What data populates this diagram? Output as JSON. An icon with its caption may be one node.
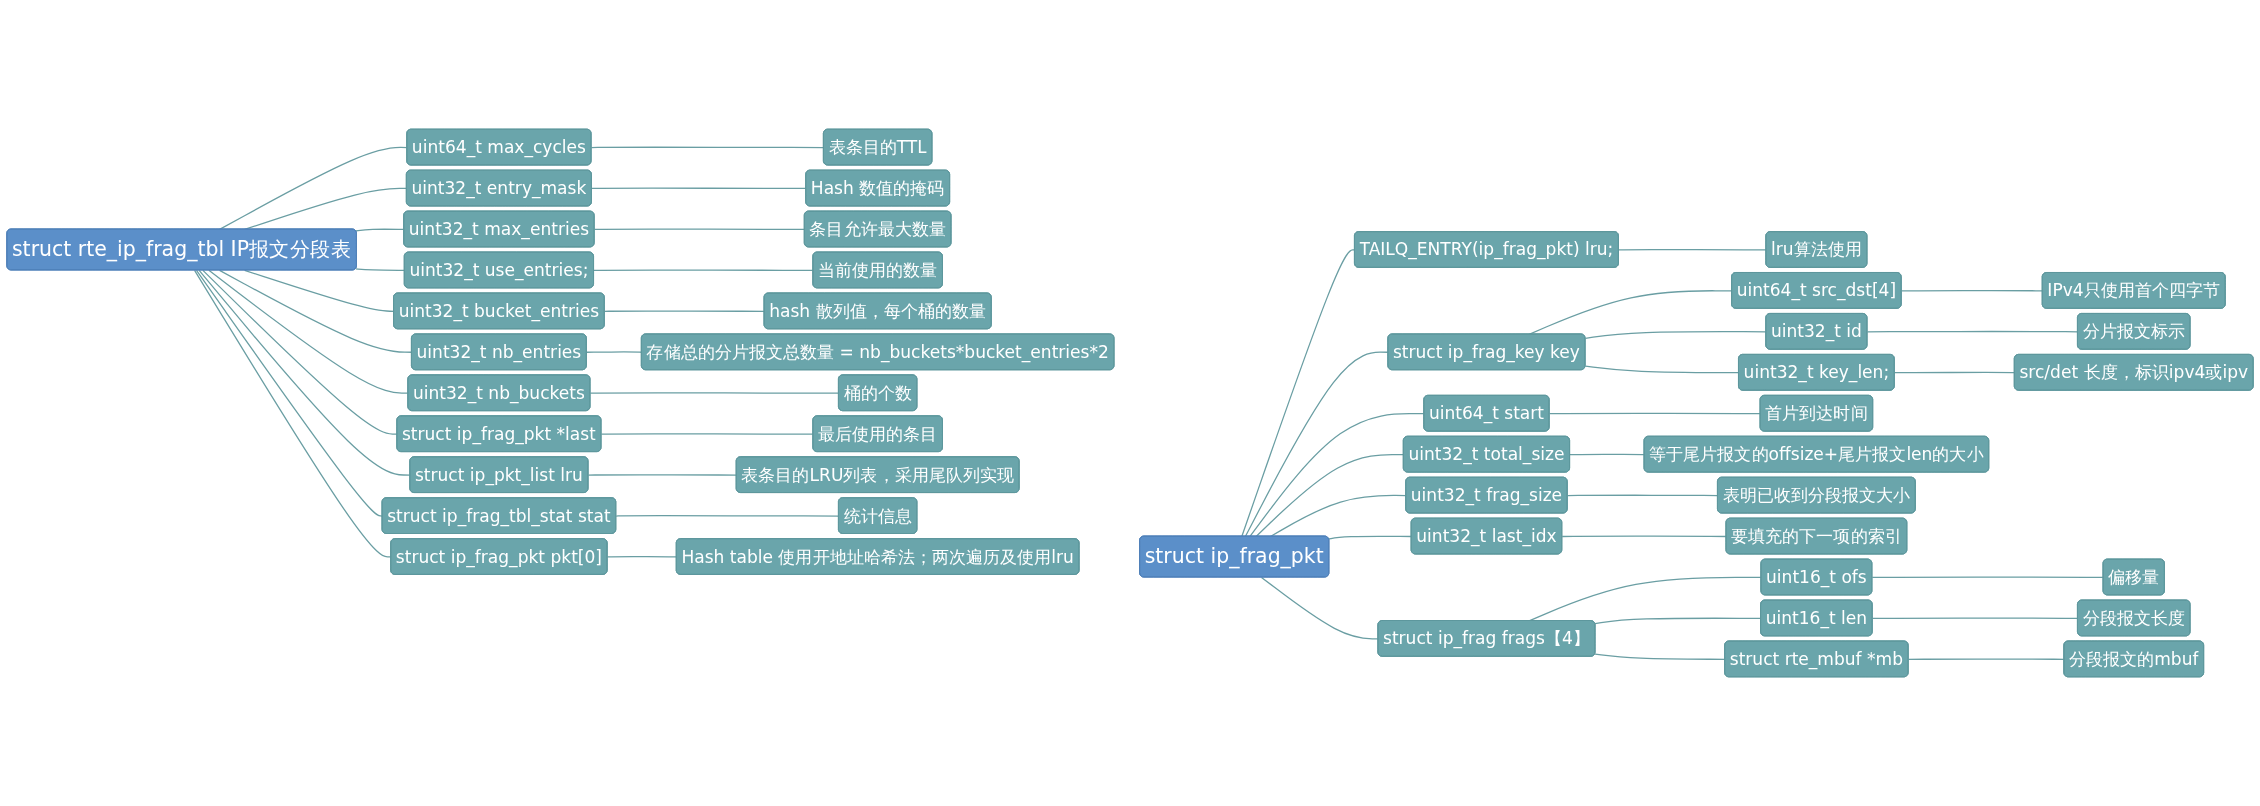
{
  "diagram": {
    "nodes": [
      {
        "text": [
          "struct rte_ip_frag_tbl IP报文分段表"
        ]
      },
      {
        "text": [
          "uint64_t max_cycles"
        ]
      },
      {
        "text": [
          "表条目的TTL"
        ]
      },
      {
        "text": [
          "uint32_t entry_mask"
        ]
      },
      {
        "text": [
          "Hash 数值的掩码"
        ]
      },
      {
        "text": [
          "uint32_t max_entries"
        ]
      },
      {
        "text": [
          "条目允许最大数量"
        ]
      },
      {
        "text": [
          "uint32_t use_entries;"
        ]
      },
      {
        "text": [
          "当前使用的数量"
        ]
      },
      {
        "text": [
          "uint32_t bucket_entries"
        ]
      },
      {
        "text": [
          "hash 散列值，每个桶的数量"
        ]
      },
      {
        "text": [
          "uint32_t nb_entries"
        ]
      },
      {
        "text": [
          "存储总的分片报文总数量 = nb_buckets*bucket_entries*2"
        ]
      },
      {
        "text": [
          "uint32_t nb_buckets"
        ]
      },
      {
        "text": [
          "桶的个数"
        ]
      },
      {
        "text": [
          "struct ip_frag_pkt *last"
        ]
      },
      {
        "text": [
          "最后使用的条目"
        ]
      },
      {
        "text": [
          "struct ip_pkt_list lru"
        ]
      },
      {
        "text": [
          "表条目的LRU列表，采用尾队列实现"
        ]
      },
      {
        "text": [
          "struct ip_frag_tbl_stat stat"
        ]
      },
      {
        "text": [
          "统计信息"
        ]
      },
      {
        "text": [
          "struct ip_frag_pkt pkt[0]"
        ]
      },
      {
        "text": [
          "Hash table 使用开地址哈希法；两次遍历及使用lru"
        ]
      },
      {
        "text": [
          "struct ip_frag_pkt"
        ]
      },
      {
        "text": [
          "TAILQ_ENTRY(ip_frag_pkt) lru;"
        ]
      },
      {
        "text": [
          "lru算法使用"
        ]
      },
      {
        "text": [
          "struct ip_frag_key key"
        ]
      },
      {
        "text": [
          "uint64_t src_dst[4]"
        ]
      },
      {
        "text": [
          "IPv4只使用首个四字节"
        ]
      },
      {
        "text": [
          "uint32_t id"
        ]
      },
      {
        "text": [
          "分片报文标示"
        ]
      },
      {
        "text": [
          "uint32_t key_len;"
        ]
      },
      {
        "text": [
          "src/det 长度，标识ipv4或ipv"
        ]
      },
      {
        "text": [
          "uint64_t start"
        ]
      },
      {
        "text": [
          "首片到达时间"
        ]
      },
      {
        "text": [
          "uint32_t total_size"
        ]
      },
      {
        "text": [
          "等于尾片报文的offsize+尾片报文len的大小"
        ]
      },
      {
        "text": [
          "uint32_t frag_size"
        ]
      },
      {
        "text": [
          "表明已收到分段报文大小"
        ]
      },
      {
        "text": [
          "uint32_t last_idx"
        ]
      },
      {
        "text": [
          "要填充的下一项的索引"
        ]
      },
      {
        "text": [
          "struct ip_frag frags【4】"
        ]
      },
      {
        "text": [
          "uint16_t ofs"
        ]
      },
      {
        "text": [
          "偏移量"
        ]
      },
      {
        "text": [
          "uint16_t len"
        ]
      },
      {
        "text": [
          "分段报文长度"
        ]
      },
      {
        "text": [
          "struct rte_mbuf *mb"
        ]
      },
      {
        "text": [
          "分段报文的mbuf"
        ]
      }
    ],
    "edges": [
      {
        "from": 0,
        "to": 1,
        "arrow": "none"
      },
      {
        "from": 1,
        "to": 2,
        "arrow": "none"
      },
      {
        "from": 0,
        "to": 3,
        "arrow": "none"
      },
      {
        "from": 3,
        "to": 4,
        "arrow": "none"
      },
      {
        "from": 0,
        "to": 5,
        "arrow": "none"
      },
      {
        "from": 5,
        "to": 6,
        "arrow": "none"
      },
      {
        "from": 0,
        "to": 7,
        "arrow": "none"
      },
      {
        "from": 7,
        "to": 8,
        "arrow": "none"
      },
      {
        "from": 0,
        "to": 9,
        "arrow": "none"
      },
      {
        "from": 9,
        "to": 10,
        "arrow": "none"
      },
      {
        "from": 0,
        "to": 11,
        "arrow": "none"
      },
      {
        "from": 11,
        "to": 12,
        "arrow": "none"
      },
      {
        "from": 0,
        "to": 13,
        "arrow": "none"
      },
      {
        "from": 13,
        "to": 14,
        "arrow": "none"
      },
      {
        "from": 0,
        "to": 15,
        "arrow": "none"
      },
      {
        "from": 15,
        "to": 16,
        "arrow": "none"
      },
      {
        "from": 0,
        "to": 17,
        "arrow": "none"
      },
      {
        "from": 17,
        "to": 18,
        "arrow": "none"
      },
      {
        "from": 0,
        "to": 19,
        "arrow": "none"
      },
      {
        "from": 19,
        "to": 20,
        "arrow": "none"
      },
      {
        "from": 0,
        "to": 21,
        "arrow": "none"
      },
      {
        "from": 21,
        "to": 22,
        "arrow": "none"
      },
      {
        "from": 23,
        "to": 24,
        "arrow": "none"
      },
      {
        "from": 24,
        "to": 25,
        "arrow": "none"
      },
      {
        "from": 23,
        "to": 26,
        "arrow": "none"
      },
      {
        "from": 26,
        "to": 27,
        "arrow": "none"
      },
      {
        "from": 27,
        "to": 28,
        "arrow": "none"
      },
      {
        "from": 26,
        "to": 29,
        "arrow": "none"
      },
      {
        "from": 29,
        "to": 30,
        "arrow": "none"
      },
      {
        "from": 26,
        "to": 31,
        "arrow": "none"
      },
      {
        "from": 31,
        "to": 32,
        "arrow": "none"
      },
      {
        "from": 23,
        "to": 33,
        "arrow": "none"
      },
      {
        "from": 33,
        "to": 34,
        "arrow": "none"
      },
      {
        "from": 23,
        "to": 35,
        "arrow": "none"
      },
      {
        "from": 35,
        "to": 36,
        "arrow": "none"
      },
      {
        "from": 23,
        "to": 37,
        "arrow": "none"
      },
      {
        "from": 37,
        "to": 38,
        "arrow": "none"
      },
      {
        "from": 23,
        "to": 39,
        "arrow": "none"
      },
      {
        "from": 39,
        "to": 40,
        "arrow": "none"
      },
      {
        "from": 23,
        "to": 41,
        "arrow": "none"
      },
      {
        "from": 41,
        "to": 42,
        "arrow": "none"
      },
      {
        "from": 42,
        "to": 43,
        "arrow": "none"
      },
      {
        "from": 41,
        "to": 44,
        "arrow": "none"
      },
      {
        "from": 44,
        "to": 45,
        "arrow": "none"
      },
      {
        "from": 41,
        "to": 46,
        "arrow": "none"
      },
      {
        "from": 46,
        "to": 47,
        "arrow": "none"
      }
    ]
  }
}
